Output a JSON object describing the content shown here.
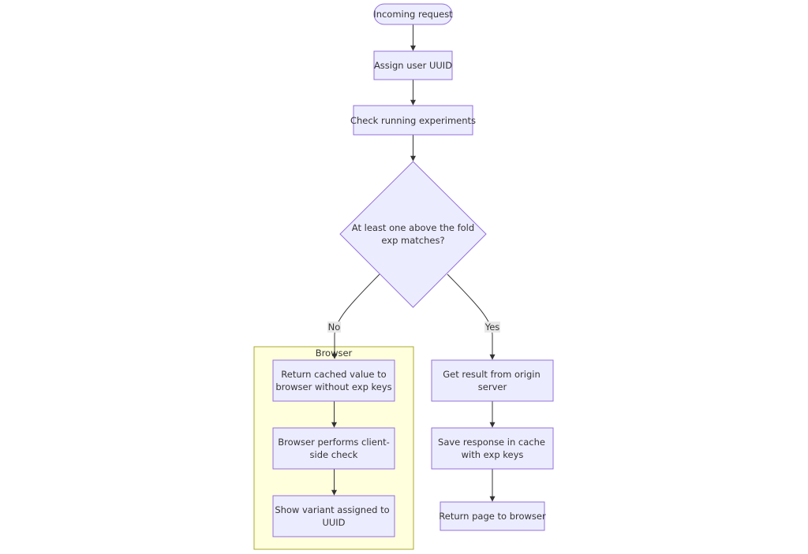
{
  "nodes": {
    "incoming_request": "Incoming request",
    "assign_uuid": "Assign user UUID",
    "check_experiments": "Check running experiments",
    "decision_line1": "At least one above the fold",
    "decision_line2": "exp matches?",
    "return_cached_line1": "Return cached value to",
    "return_cached_line2": "browser without exp keys",
    "client_check_line1": "Browser performs client-",
    "client_check_line2": "side check",
    "show_variant_line1": "Show variant assigned to",
    "show_variant_line2": "UUID",
    "get_origin_line1": "Get result from origin",
    "get_origin_line2": "server",
    "save_cache_line1": "Save response in cache",
    "save_cache_line2": "with exp keys",
    "return_page": "Return page to browser"
  },
  "cluster": {
    "browser_label": "Browser"
  },
  "edges": {
    "no_label": "No",
    "yes_label": "Yes"
  },
  "colors": {
    "node_fill": "#ECECFF",
    "node_stroke": "#9370DB",
    "cluster_fill": "#ffffde",
    "cluster_stroke": "#aaaa33",
    "edge": "#333333"
  }
}
